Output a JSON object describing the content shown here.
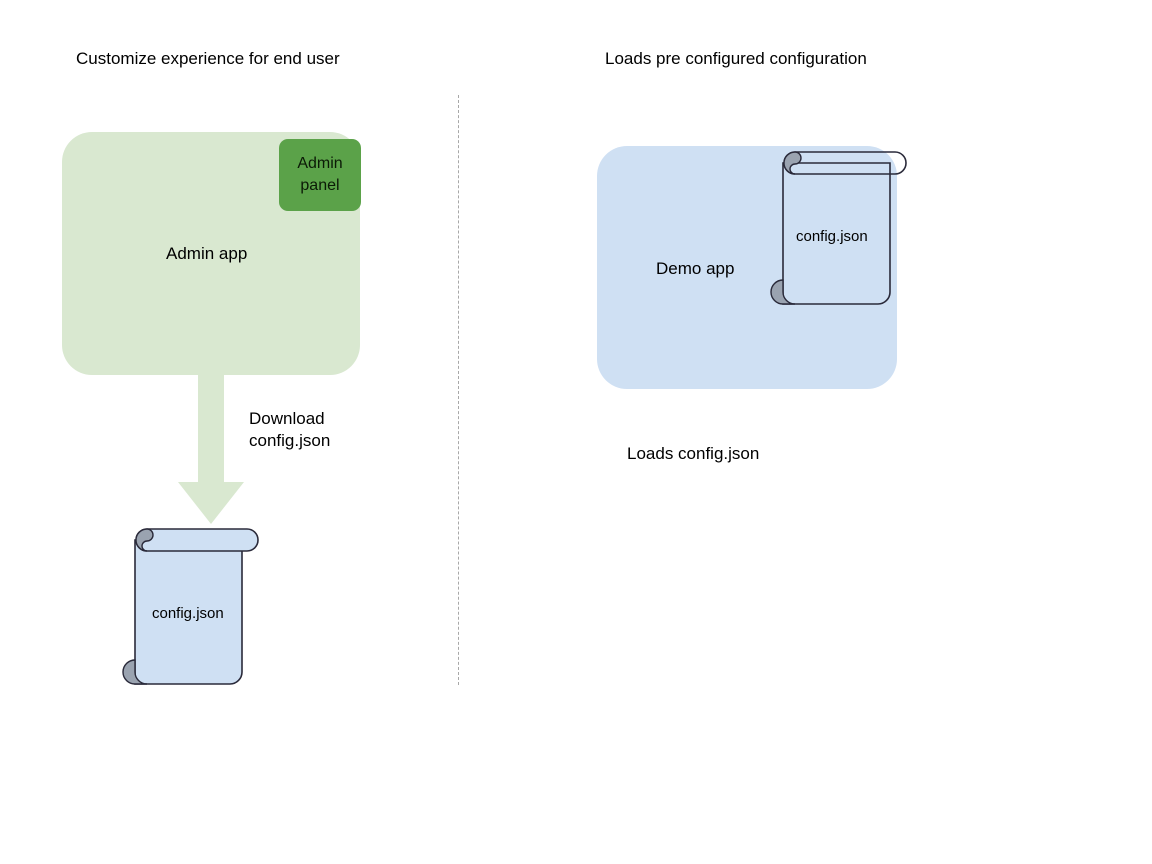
{
  "diagram": {
    "background_color": "#ffffff",
    "columns": {
      "left": {
        "heading": "Customize experience for end user",
        "app": {
          "label": "Admin app",
          "fill": "#d9e8d0",
          "panel": {
            "label": "Admin\npanel",
            "fill": "#5ba249"
          }
        },
        "arrow": {
          "label": "Download\nconfig.json",
          "fill": "#d9e8d0",
          "direction": "down"
        },
        "document": {
          "label": "config.json",
          "fill": "#cfe0f3",
          "stroke": "#2a2a3a",
          "curl_fill": "#9aa3b0"
        }
      },
      "right": {
        "heading": "Loads pre configured configuration",
        "app": {
          "label": "Demo app",
          "fill": "#cfe0f3"
        },
        "document": {
          "label": "config.json",
          "fill": "none",
          "stroke": "#2a2a3a",
          "curl_fill": "#9aa3b0"
        },
        "note": "Loads config.json"
      }
    },
    "divider": {
      "style": "dashed",
      "color": "#9a9a9a"
    }
  }
}
